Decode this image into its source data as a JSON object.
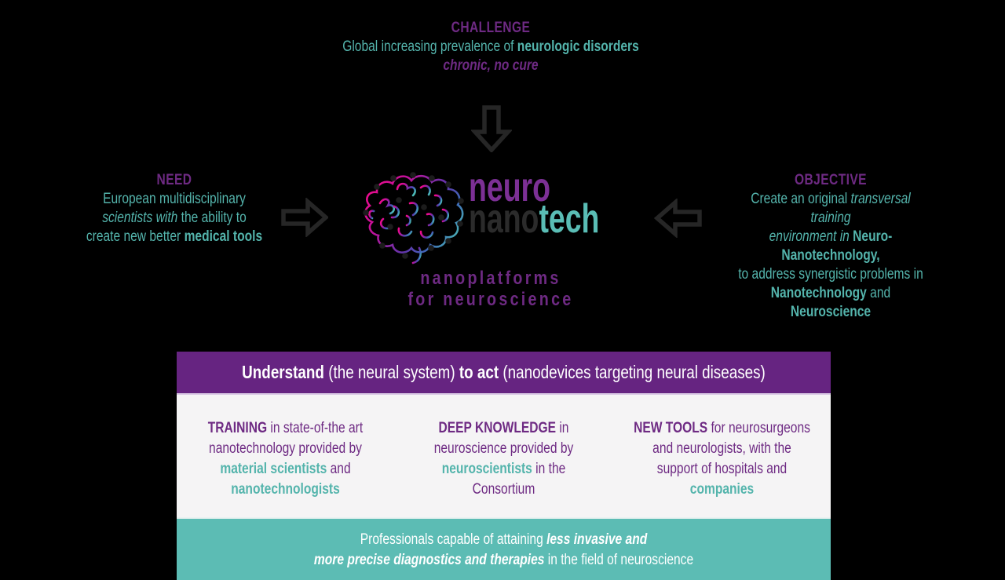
{
  "colors": {
    "background": "#000000",
    "heading_purple": "#6e2a83",
    "text_teal": "#54b4ac",
    "logo_purple": "#7c3095",
    "logo_dark": "#2b2b2b",
    "logo_teal": "#5abdb5",
    "band_purple": "#662481",
    "body_gray": "#f5f4f5",
    "band_teal": "#5cbcb4",
    "arrow_dark": "#262626",
    "brain_gradient": [
      "#ec0c8d",
      "#8b28a5",
      "#3f6ab8",
      "#4cbcb4"
    ]
  },
  "icons": {
    "down_arrow": "outline-block-arrow-down",
    "right_arrow": "outline-block-arrow-right",
    "left_arrow": "outline-block-arrow-left",
    "brain": "circuit-brain-gradient-logo"
  },
  "challenge": {
    "heading": "CHALLENGE",
    "line1": [
      {
        "t": "Global increasing prevalence of "
      },
      {
        "t": "neurologic disorders",
        "s": "b"
      }
    ],
    "line2": [
      {
        "t": "chronic, no cure",
        "s": "b i purple"
      }
    ]
  },
  "need": {
    "heading": "NEED",
    "line1": [
      {
        "t": "European multidisciplinary"
      }
    ],
    "line2": [
      {
        "t": "scientists with",
        "s": "i"
      },
      {
        "t": " the ability to"
      }
    ],
    "line3": [
      {
        "t": "create new better "
      },
      {
        "t": "medical tools",
        "s": "b"
      }
    ]
  },
  "objective": {
    "heading": "OBJECTIVE",
    "line1": [
      {
        "t": "Create an original "
      },
      {
        "t": "transversal training",
        "s": "i"
      }
    ],
    "line2": [
      {
        "t": "environment in",
        "s": "i"
      },
      {
        "t": " "
      },
      {
        "t": "Neuro-Nanotechnology,",
        "s": "b"
      }
    ],
    "line3": [
      {
        "t": "to address synergistic problems in"
      }
    ],
    "line4": [
      {
        "t": "Nanotechnology",
        "s": "b"
      },
      {
        "t": " and "
      },
      {
        "t": "Neuroscience",
        "s": "b"
      }
    ]
  },
  "logo": {
    "brand_top": "neuro",
    "brand_bottom_dark": "nano",
    "brand_bottom_teal": "tech",
    "tagline_line1": "nanoplatforms",
    "tagline_line2": "for neuroscience"
  },
  "box": {
    "header": [
      {
        "t": "Understand",
        "s": "b"
      },
      {
        "t": " (the neural system) "
      },
      {
        "t": "to act",
        "s": "b"
      },
      {
        "t": " (nanodevices targeting neural diseases)"
      }
    ],
    "columns": [
      {
        "lines": [
          [
            {
              "t": "TRAINING",
              "s": "b"
            },
            {
              "t": " in state-of-the art"
            }
          ],
          [
            {
              "t": "nanotechnology provided by"
            }
          ],
          [
            {
              "t": "material scientists",
              "s": "b teal"
            },
            {
              "t": " and"
            }
          ],
          [
            {
              "t": "nanotechnologists",
              "s": "b teal"
            }
          ]
        ]
      },
      {
        "lines": [
          [
            {
              "t": "DEEP KNOWLEDGE",
              "s": "b"
            },
            {
              "t": " in"
            }
          ],
          [
            {
              "t": "neuroscience provided by"
            }
          ],
          [
            {
              "t": "neuroscientists",
              "s": "b teal"
            },
            {
              "t": " in the"
            }
          ],
          [
            {
              "t": "Consortium"
            }
          ]
        ]
      },
      {
        "lines": [
          [
            {
              "t": "NEW TOOLS",
              "s": "b"
            },
            {
              "t": " for neurosurgeons"
            }
          ],
          [
            {
              "t": "and neurologists, with the"
            }
          ],
          [
            {
              "t": "support of hospitals and"
            }
          ],
          [
            {
              "t": "companies",
              "s": "b teal"
            }
          ]
        ]
      }
    ],
    "footer_line1": [
      {
        "t": "Professionals capable of attaining "
      },
      {
        "t": "less invasive and",
        "s": "b i"
      }
    ],
    "footer_line2": [
      {
        "t": "more precise diagnostics and therapies",
        "s": "b i"
      },
      {
        "t": " in the field of neuroscience"
      }
    ]
  }
}
